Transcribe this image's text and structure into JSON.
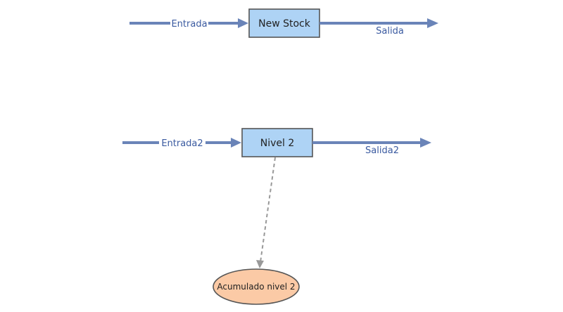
{
  "diagram": {
    "stocks": [
      {
        "id": "new_stock",
        "label": "New Stock"
      },
      {
        "id": "nivel2",
        "label": "Nivel 2"
      }
    ],
    "flows": [
      {
        "id": "entrada",
        "label": "Entrada",
        "to": "new_stock"
      },
      {
        "id": "salida",
        "label": "Salida",
        "from": "new_stock"
      },
      {
        "id": "entrada2",
        "label": "Entrada2",
        "to": "nivel2"
      },
      {
        "id": "salida2",
        "label": "Salida2",
        "from": "nivel2"
      }
    ],
    "auxiliaries": [
      {
        "id": "acumulado",
        "label": "Acumulado nivel 2"
      }
    ],
    "links": [
      {
        "from": "nivel2",
        "to": "acumulado",
        "style": "dashed"
      }
    ],
    "colors": {
      "flow": "#6a84b8",
      "stock_fill": "#aed3f5",
      "aux_fill": "#fbcaa6",
      "link": "#999999",
      "flow_label": "#3a5aa0"
    }
  }
}
